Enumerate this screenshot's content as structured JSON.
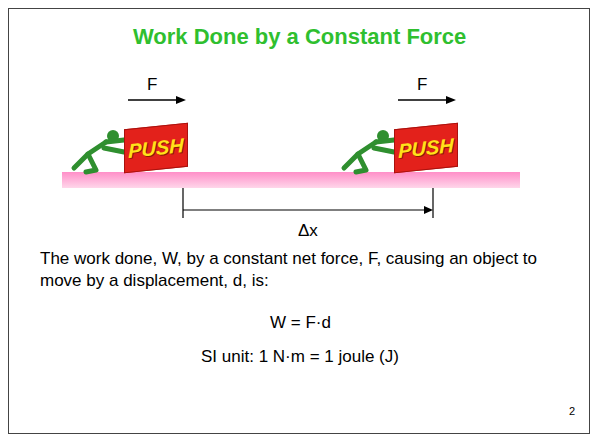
{
  "diagram": {
    "title": "Work Done by a Constant Force",
    "nodes": [
      {
        "text": [
          "PUSH"
        ]
      },
      {
        "text": [
          "PUSH"
        ]
      }
    ],
    "labels": [
      "F",
      "F",
      "Δx",
      "The work done, W, by a constant net force, F, causing an object to move by a displacement, d, is:",
      "W = F·d",
      "SI unit: 1 N·m = 1 joule (J)",
      "2"
    ]
  }
}
